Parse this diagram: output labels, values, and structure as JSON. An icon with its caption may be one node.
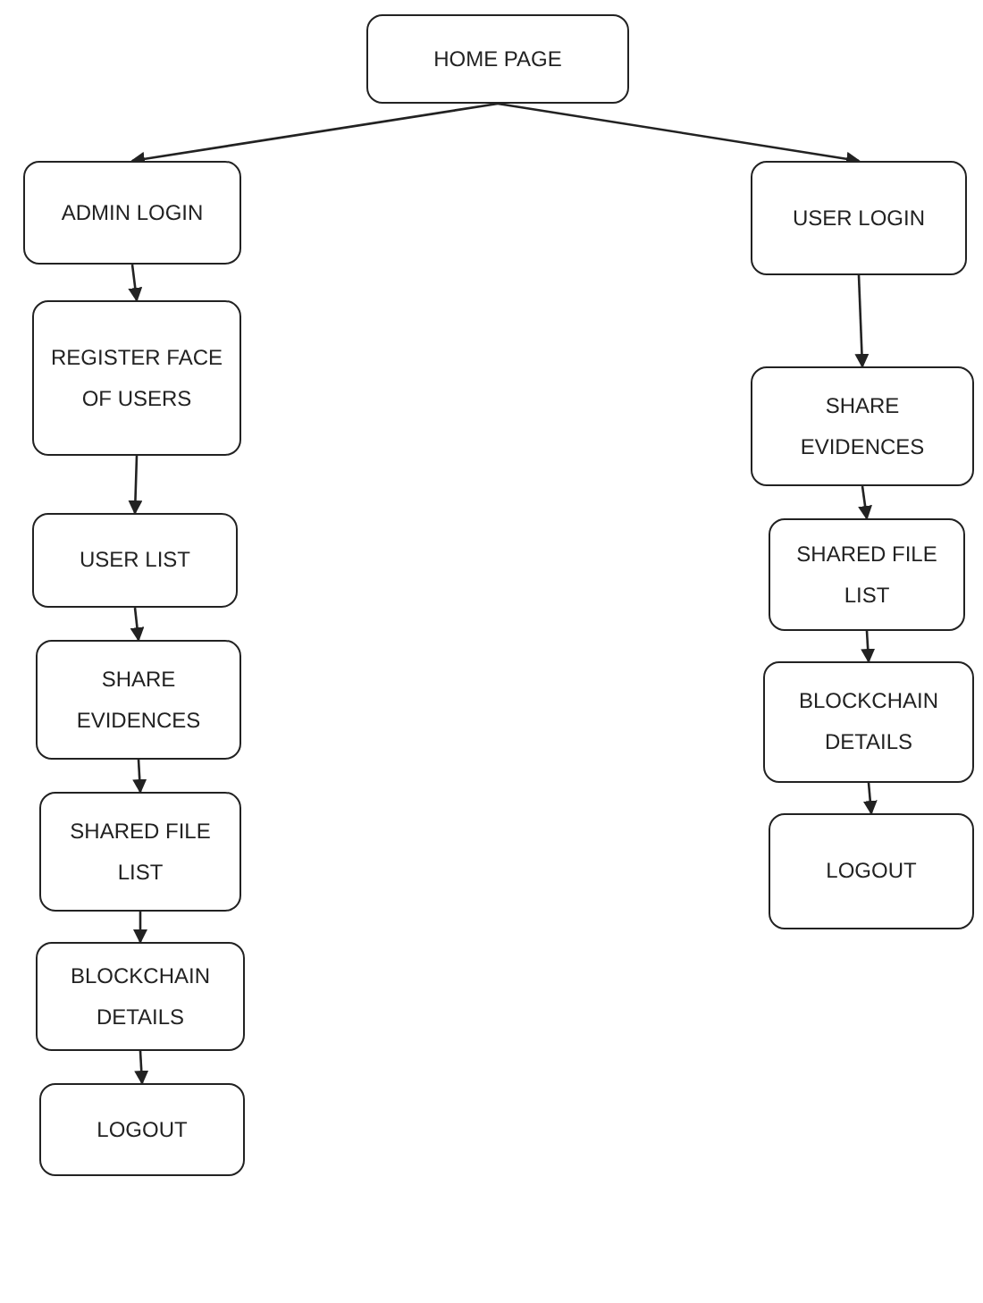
{
  "diagram": {
    "nodes": [
      {
        "text": [
          "HOME PAGE"
        ]
      },
      {
        "text": [
          "ADMIN LOGIN"
        ]
      },
      {
        "text": [
          "USER LOGIN"
        ]
      },
      {
        "text": [
          "REGISTER FACE OF USERS"
        ]
      },
      {
        "text": [
          "USER LIST"
        ]
      },
      {
        "text": [
          "SHARE EVIDENCES"
        ]
      },
      {
        "text": [
          "SHARED FILE LIST"
        ]
      },
      {
        "text": [
          "BLOCKCHAIN DETAILS"
        ]
      },
      {
        "text": [
          "LOGOUT"
        ]
      },
      {
        "text": [
          "SHARE EVIDENCES"
        ]
      },
      {
        "text": [
          "SHARED FILE LIST"
        ]
      },
      {
        "text": [
          "BLOCKCHAIN DETAILS"
        ]
      },
      {
        "text": [
          "LOGOUT"
        ]
      }
    ],
    "edges": [
      {
        "from": 0,
        "to": 1,
        "arrow": "to"
      },
      {
        "from": 0,
        "to": 2,
        "arrow": "to"
      },
      {
        "from": 1,
        "to": 3,
        "arrow": "to"
      },
      {
        "from": 3,
        "to": 4,
        "arrow": "to"
      },
      {
        "from": 4,
        "to": 5,
        "arrow": "to"
      },
      {
        "from": 5,
        "to": 6,
        "arrow": "to"
      },
      {
        "from": 6,
        "to": 7,
        "arrow": "to"
      },
      {
        "from": 7,
        "to": 8,
        "arrow": "to"
      },
      {
        "from": 2,
        "to": 9,
        "arrow": "to"
      },
      {
        "from": 9,
        "to": 10,
        "arrow": "to"
      },
      {
        "from": 10,
        "to": 11,
        "arrow": "to"
      },
      {
        "from": 11,
        "to": 12,
        "arrow": "to"
      }
    ]
  }
}
